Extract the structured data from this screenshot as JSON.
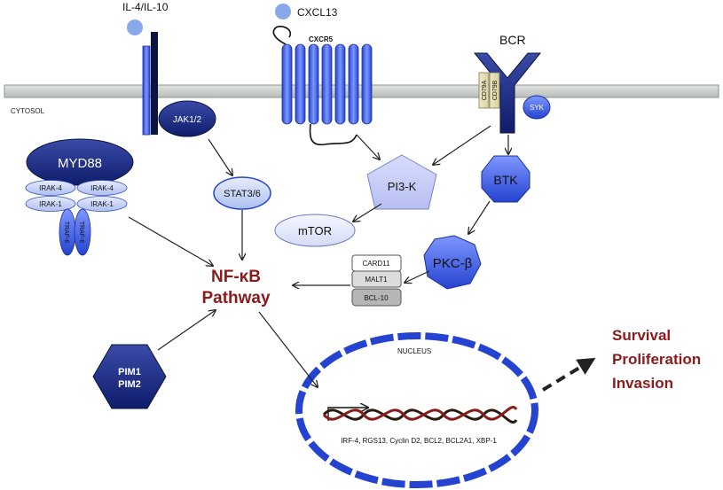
{
  "ligands": {
    "il": "IL-4/IL-10",
    "cxcl13": "CXCL13"
  },
  "membrane": {
    "cytosol_label": "CYTOSOL"
  },
  "receptors": {
    "cxcr5": "CXCR5",
    "bcr": "BCR",
    "cd79a": "CD79A",
    "cd79b": "CD79B",
    "syk": "SYK"
  },
  "nodes": {
    "jak": "JAK1/2",
    "myd88": "MYD88",
    "irak4_left": "IRAK-4",
    "irak4_right": "IRAK-4",
    "irak1_left": "IRAK-1",
    "irak1_right": "IRAK-1",
    "traf6_left": "TRAF-6",
    "traf6_right": "TRAF-6",
    "stat": "STAT3/6",
    "pi3k": "PI3-K",
    "btk": "BTK",
    "mtor": "mTOR",
    "pkc": "PKC-β",
    "card11": "CARD11",
    "malt1": "MALT1",
    "bcl10": "BCL-10",
    "pim1": "PIM1",
    "pim2": "PIM2"
  },
  "nfkb": {
    "line1": "NF-κB",
    "line2": "Pathway"
  },
  "nucleus": {
    "label": "NUCLEUS",
    "genes": "IRF-4, RGS13, Cyclin D2, BCL2, BCL2A1, XBP-1"
  },
  "outcome": {
    "line1": "Survival",
    "line2": "Proliferation",
    "line3": "Invasion"
  },
  "colors": {
    "dark_red": "#8b1a1a",
    "receptor_blue": "#3355dd",
    "navy": "#1a2a7a",
    "light_blue": "#b9c8f0",
    "membrane_gray": "#c8ccc8"
  }
}
